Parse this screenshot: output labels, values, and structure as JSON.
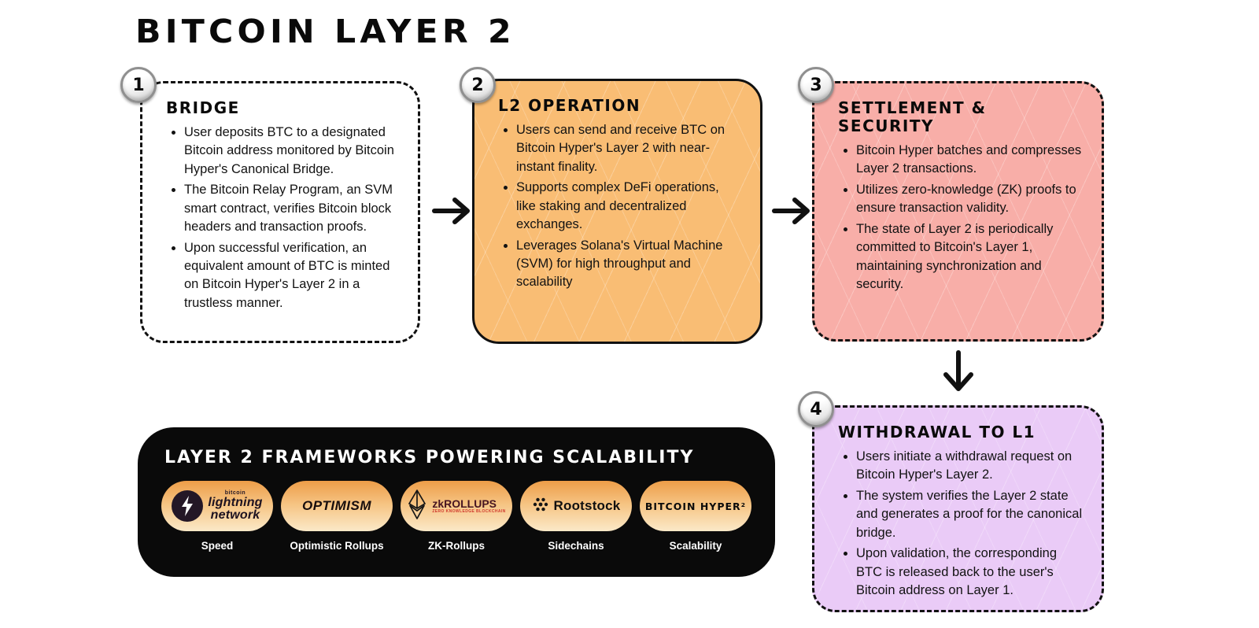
{
  "page": {
    "title": "BITCOIN LAYER 2"
  },
  "steps": [
    {
      "number": "1",
      "title": "BRIDGE",
      "bullets": [
        "User deposits BTC to a designated Bitcoin address monitored by Bitcoin Hyper's Canonical Bridge.",
        "The Bitcoin Relay Program, an SVM smart contract, verifies Bitcoin block headers and transaction proofs.",
        "Upon successful verification, an equivalent amount of BTC is minted on Bitcoin Hyper's Layer 2 in a trustless manner."
      ]
    },
    {
      "number": "2",
      "title": "L2 OPERATION",
      "bullets": [
        "Users can send and receive BTC on Bitcoin Hyper's Layer 2 with near-instant finality.",
        "Supports complex DeFi operations, like staking and decentralized exchanges.",
        "Leverages Solana's Virtual Machine (SVM) for high throughput and scalability"
      ]
    },
    {
      "number": "3",
      "title": "SETTLEMENT & SECURITY",
      "bullets": [
        "Bitcoin Hyper batches and compresses Layer 2 transactions.",
        "Utilizes zero-knowledge (ZK) proofs to ensure transaction validity.",
        "The state of Layer 2 is periodically committed to Bitcoin's Layer 1, maintaining synchronization and security."
      ]
    },
    {
      "number": "4",
      "title": "WITHDRAWAL TO L1",
      "bullets": [
        "Users initiate a withdrawal request on Bitcoin Hyper's Layer 2.",
        "The system verifies the Layer 2 state and generates a proof for the canonical bridge.",
        "Upon validation, the corresponding BTC is released back to the user's Bitcoin address on Layer 1."
      ]
    }
  ],
  "banner": {
    "title": "LAYER 2 FRAMEWORKS POWERING SCALABILITY",
    "frameworks": [
      {
        "brand_top": "bitcoin",
        "name_line1": "lightning",
        "name_line2": "network",
        "label": "Speed",
        "icon": "lightning-bolt-icon"
      },
      {
        "name": "OPTIMISM",
        "label": "Optimistic Rollups"
      },
      {
        "name": "zkROLLUPS",
        "subtext": "ZERO KNOWLEDGE BLOCKCHAIN",
        "label": "ZK-Rollups",
        "icon": "ethereum-diamond-icon"
      },
      {
        "name": "Rootstock",
        "label": "Sidechains",
        "icon": "rootstock-dots-icon"
      },
      {
        "name": "BITCOIN HYPER²",
        "label": "Scalability"
      }
    ]
  },
  "colors": {
    "step1_bg": "#FFFFFF",
    "step2_bg": "#F9BD74",
    "step3_bg": "#F8AEA8",
    "step4_bg": "#EACBF7",
    "banner_bg": "#0A0A0A",
    "pill_gradient_top": "#ED9D48",
    "pill_gradient_bottom": "#FBE9C8",
    "border": "#111111"
  }
}
